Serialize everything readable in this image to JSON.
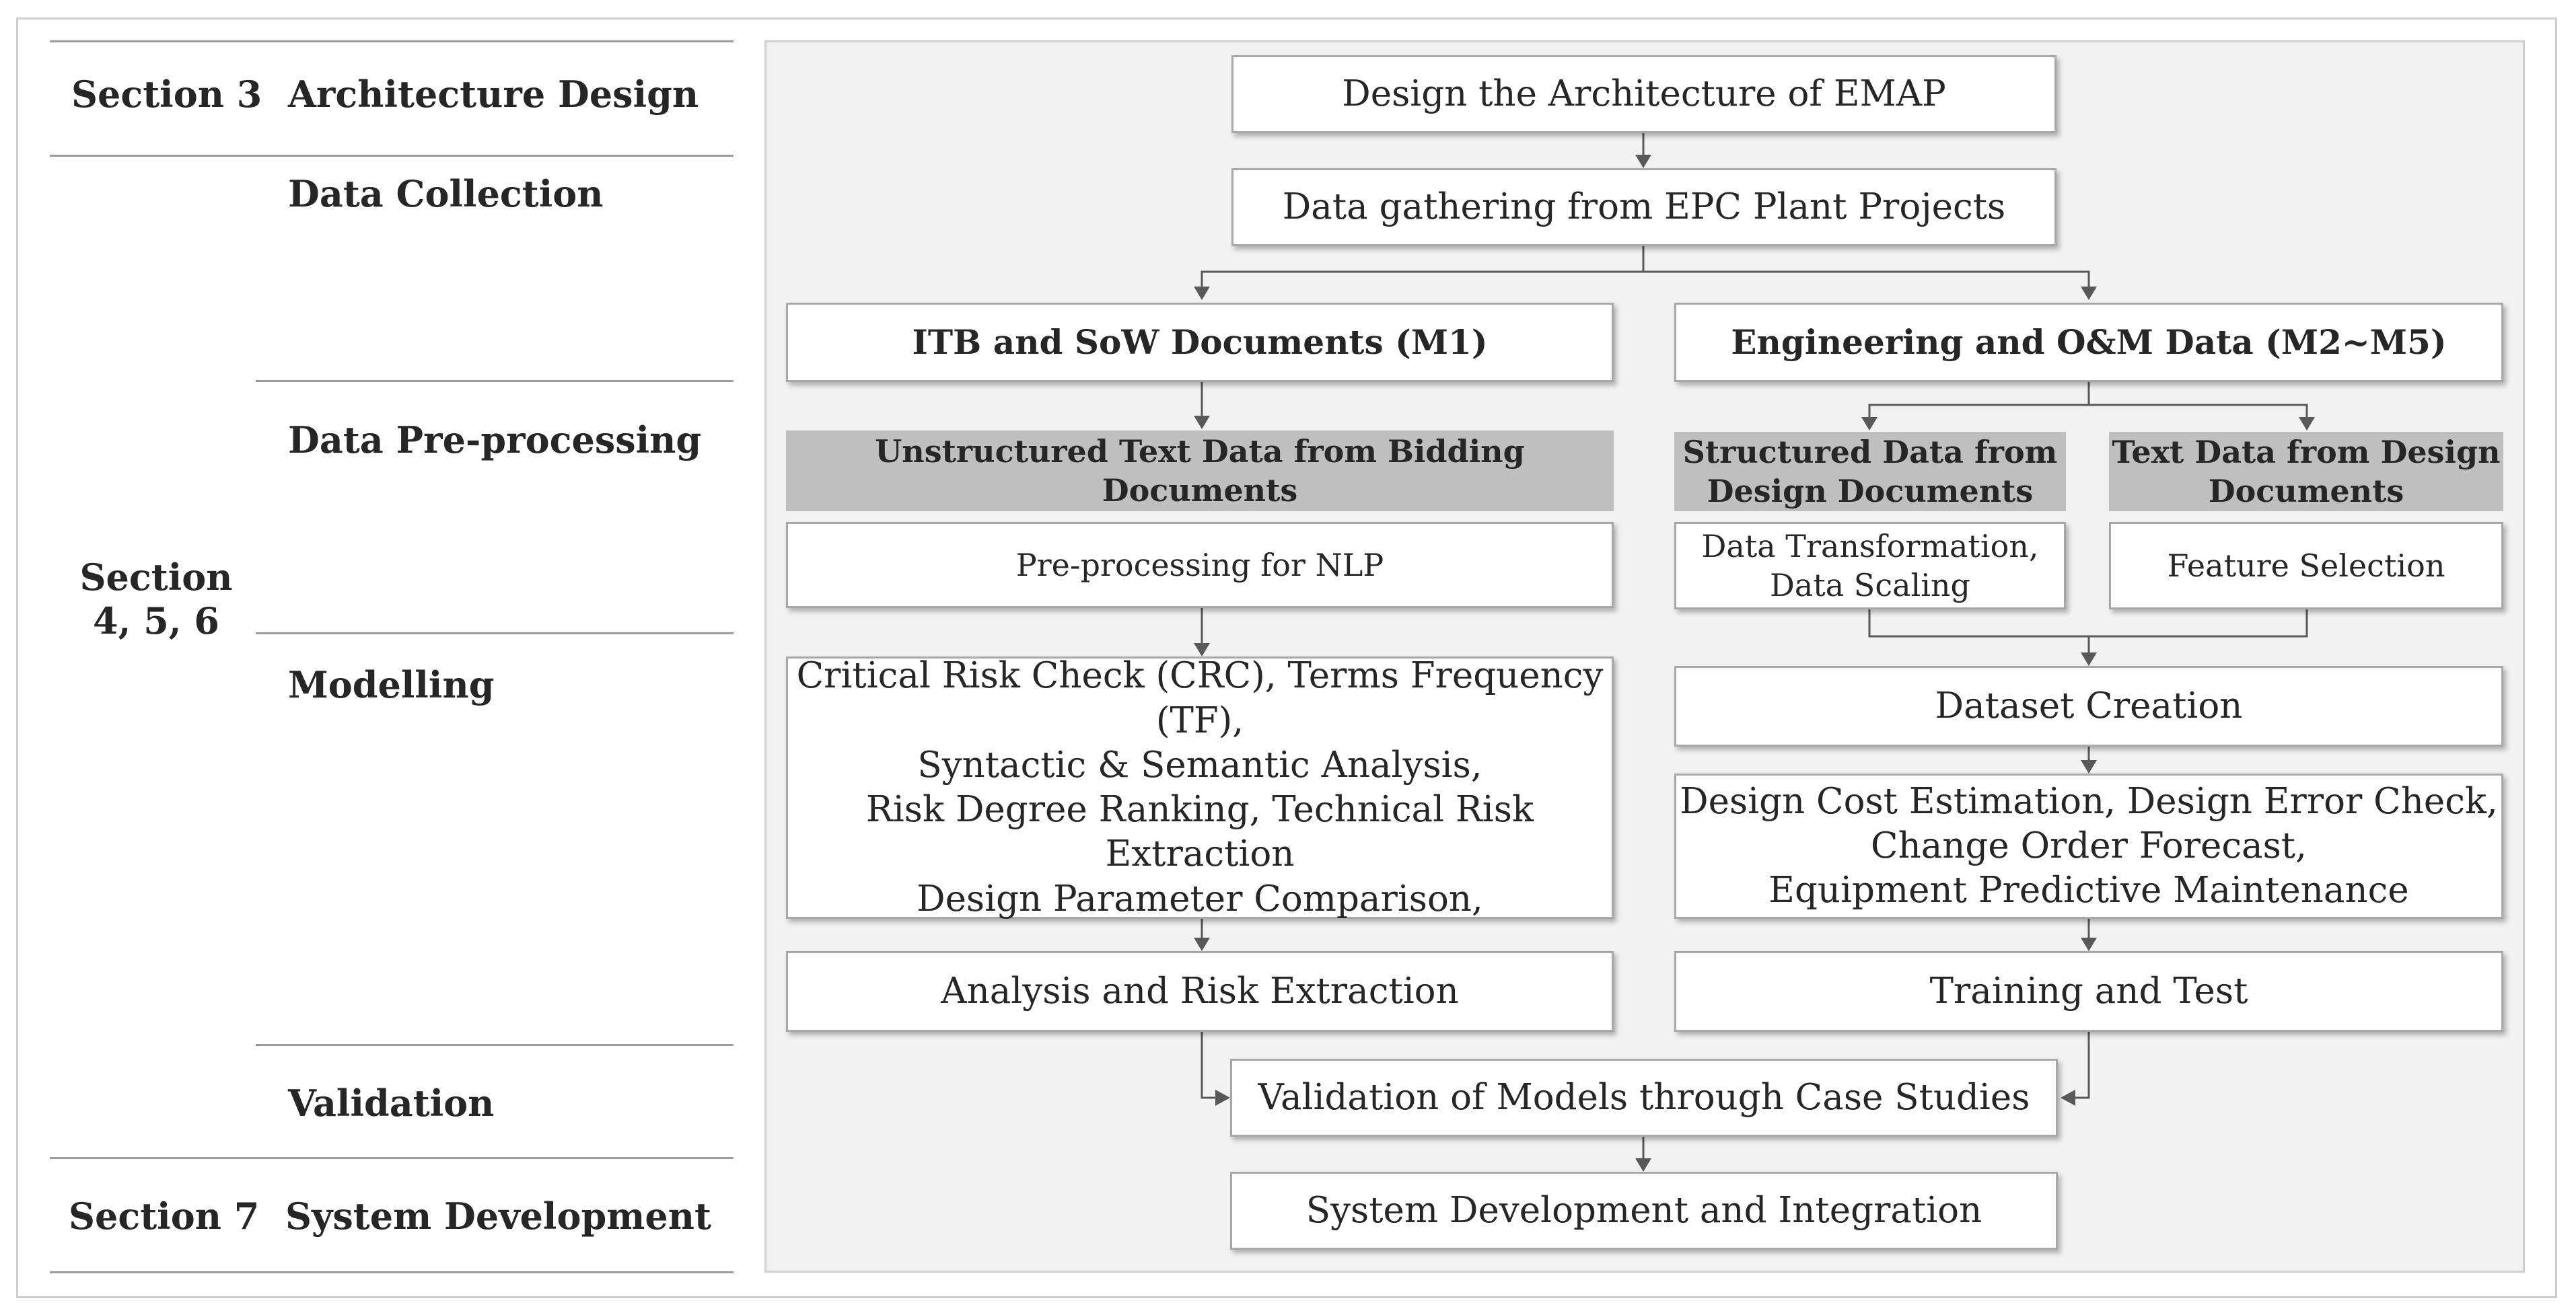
{
  "left_labels": {
    "section3": "Section 3",
    "section456": "Section\n4, 5, 6",
    "section7": "Section 7",
    "architecture_design": "Architecture Design",
    "data_collection": "Data Collection",
    "data_preprocessing": "Data Pre-processing",
    "modelling": "Modelling",
    "validation": "Validation",
    "system_development": "System Development"
  },
  "boxes": {
    "design_architecture": "Design the Architecture of EMAP",
    "data_gathering": "Data gathering from EPC Plant Projects",
    "itb_sow": "ITB and SoW Documents (M1)",
    "engineering_om": "Engineering and O&M Data (M2~M5)",
    "unstructured_text": "Unstructured Text Data from Bidding Documents",
    "structured_data": "Structured Data from\nDesign Documents",
    "text_data_design": "Text Data from Design\nDocuments",
    "preprocessing_nlp": "Pre-processing for NLP",
    "data_transformation": "Data Transformation,\nData Scaling",
    "feature_selection": "Feature Selection",
    "dataset_creation": "Dataset Creation",
    "risk_analysis_methods": "Critical Risk Check (CRC), Terms Frequency (TF),\nSyntactic & Semantic Analysis,\nRisk Degree Ranking, Technical Risk Extraction\nDesign Parameter Comparison,",
    "design_cost_methods": "Design Cost Estimation, Design Error Check,\nChange Order Forecast,\nEquipment Predictive Maintenance",
    "analysis_risk_extraction": "Analysis and Risk Extraction",
    "training_test": "Training and Test",
    "validation_case_studies": "Validation of Models through Case Studies",
    "system_integration": "System Development and Integration"
  },
  "colors": {
    "panel_background": "#f2f2f2",
    "header_box_fill": "#bfbfbf",
    "connector": "#595959",
    "text": "#262626"
  }
}
